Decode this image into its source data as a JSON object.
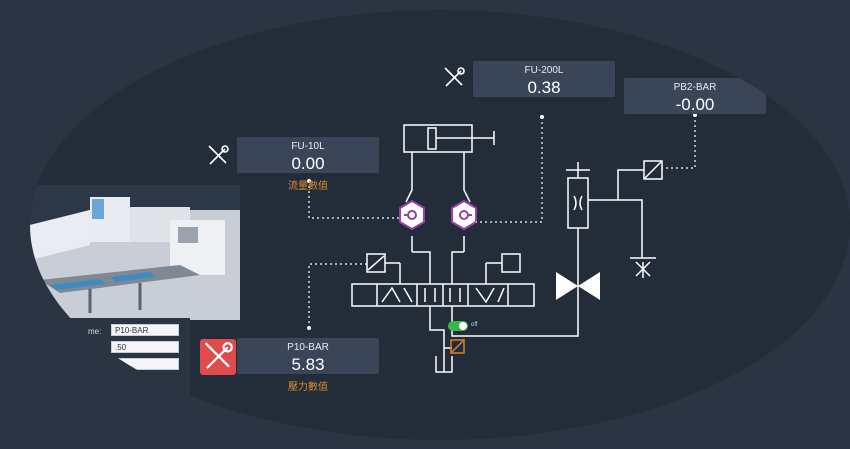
{
  "sensors": {
    "fu200l": {
      "label": "FU-200L",
      "value": "0.38"
    },
    "pb2bar": {
      "label": "PB2-BAR",
      "value": "-0.00"
    },
    "fu10l": {
      "label": "FU-10L",
      "value": "0.00",
      "caption": "流量數值"
    },
    "p10bar": {
      "label": "P10-BAR",
      "value": "5.83",
      "caption": "壓力數值"
    }
  },
  "properties": {
    "name_label": "me:",
    "name_value": "P10-BAR",
    "value2": ".50"
  },
  "toggle": {
    "text": "off",
    "state": "on"
  },
  "colors": {
    "panel_bg": "#3a4657",
    "caption": "#e0892c",
    "alarm": "#e04b4b",
    "valve_purple": "#9b3fa6",
    "toggle_on": "#39b54a",
    "pressure_orange": "#d9822b"
  },
  "icons": {
    "tool": "wrench-screwdriver-icon",
    "alarm": "alarm-wrench-icon"
  }
}
